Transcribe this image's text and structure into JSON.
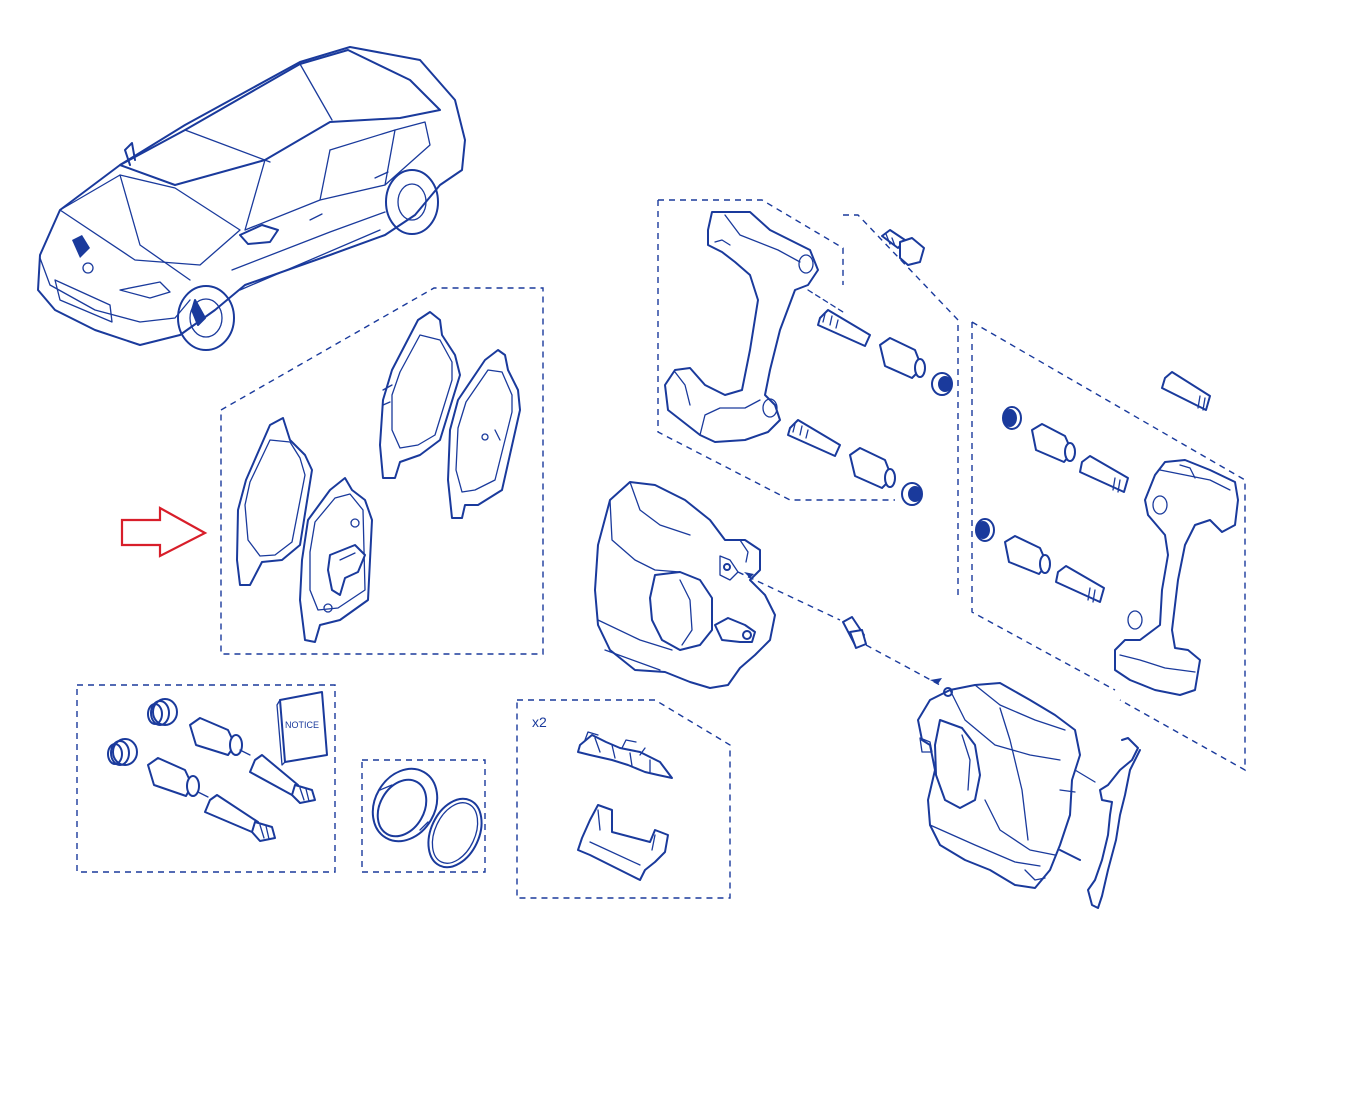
{
  "diagram": {
    "colors": {
      "line": "#1a3a9c",
      "arrow": "#d81e2a",
      "background": "#ffffff"
    },
    "labels": {
      "quantity": "x2",
      "notice": "NOTICE"
    },
    "highlighted_group": "brake-pad-set"
  }
}
